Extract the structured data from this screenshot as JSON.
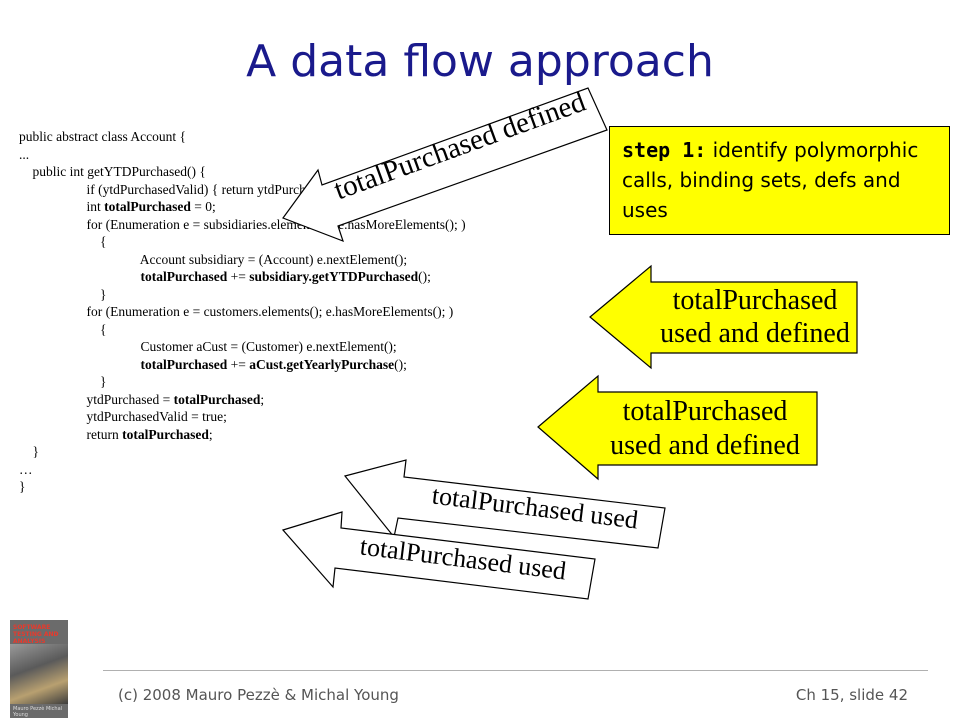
{
  "title": "A data flow approach",
  "code": {
    "lines": [
      [
        {
          "t": "public abstract class Account {"
        }
      ],
      [
        {
          "t": "..."
        }
      ],
      [
        {
          "t": "    public int getYTDPurchased() {"
        }
      ],
      [
        {
          "t": "                    if (ytdPurchasedValid) { return ytdPurchased; }"
        }
      ],
      [
        {
          "t": "                    int "
        },
        {
          "t": "totalPurchased",
          "b": true
        },
        {
          "t": " = 0;"
        }
      ],
      [
        {
          "t": "                    for (Enumeration e = subsidiaries.elements() ; e.hasMoreElements(); )"
        }
      ],
      [
        {
          "t": "                        {"
        }
      ],
      [
        {
          "t": "                                    Account subsidiary = (Account) e.nextElement();"
        }
      ],
      [
        {
          "t": "                                    "
        },
        {
          "t": "totalPurchased",
          "b": true
        },
        {
          "t": " += "
        },
        {
          "t": "subsidiary.getYTDPurchased",
          "b": true
        },
        {
          "t": "();"
        }
      ],
      [
        {
          "t": "                        }"
        }
      ],
      [
        {
          "t": "                    for (Enumeration e = customers.elements(); e.hasMoreElements(); )"
        }
      ],
      [
        {
          "t": "                        {"
        }
      ],
      [
        {
          "t": "                                    Customer aCust = (Customer) e.nextElement();"
        }
      ],
      [
        {
          "t": "                                    "
        },
        {
          "t": "totalPurchased",
          "b": true
        },
        {
          "t": " += "
        },
        {
          "t": "aCust.getYearlyPurchase",
          "b": true
        },
        {
          "t": "();"
        }
      ],
      [
        {
          "t": "                        }"
        }
      ],
      [
        {
          "t": "                    ytdPurchased = "
        },
        {
          "t": "totalPurchased",
          "b": true
        },
        {
          "t": ";"
        }
      ],
      [
        {
          "t": "                    ytdPurchasedValid = true;"
        }
      ],
      [
        {
          "t": "                    return "
        },
        {
          "t": "totalPurchased",
          "b": true
        },
        {
          "t": ";"
        }
      ],
      [
        {
          "t": "    }"
        }
      ],
      [
        {
          "t": "…"
        }
      ],
      [
        {
          "t": "}"
        }
      ]
    ]
  },
  "callouts": {
    "defined": "totalPurchased defined",
    "used_defined_1_line1": "totalPurchased",
    "used_defined_1_line2": "used and defined",
    "used_defined_2_line1": "totalPurchased",
    "used_defined_2_line2": "used and defined",
    "used_1": "totalPurchased used",
    "used_2": "totalPurchased used"
  },
  "step_box": {
    "label": "step 1:",
    "text": " identify polymorphic calls, binding sets, defs and uses"
  },
  "book": {
    "title": "SOFTWARE TESTING AND ANALYSIS",
    "authors": "Mauro Pezzè Michal Young"
  },
  "footer": {
    "left": "(c) 2008 Mauro Pezzè & Michal Young",
    "right": "Ch 15, slide 42"
  },
  "colors": {
    "title": "#1a1a8c",
    "callout_fill": "#ffff00",
    "callout_white": "#ffffff"
  }
}
